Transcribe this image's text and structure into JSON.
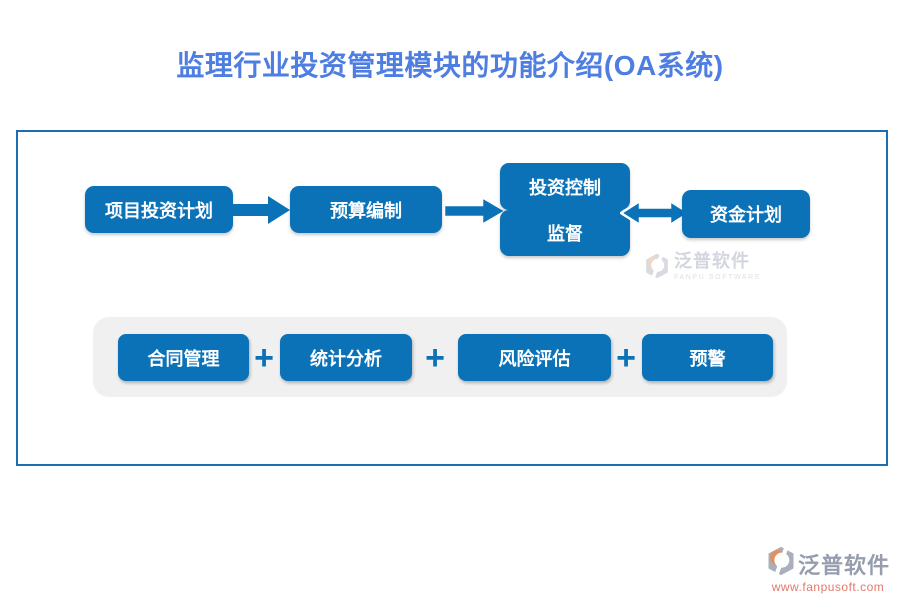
{
  "title": "监理行业投资管理模块的功能介绍(OA系统)",
  "flow": {
    "step1": "项目投资计划",
    "step2": "预算编制",
    "step3_line1": "投资控制",
    "step3_line2": "监督",
    "step4": "资金计划"
  },
  "modules": {
    "separator": "+",
    "items": [
      "合同管理",
      "统计分析",
      "风险评估",
      "预警"
    ]
  },
  "watermark": {
    "brand": "泛普软件",
    "caption": "FANPU SOFTWARE"
  },
  "footer": {
    "brand": "泛普软件",
    "url": "www.fanpusoft.com"
  },
  "colors": {
    "node_blue": "#0b72b8",
    "title_blue": "#4e7ee1",
    "panel_border": "#1d6db2",
    "tray_gray": "#f0f0f0",
    "footer_brand_gray": "#959dae",
    "footer_url_salmon": "#e2796d",
    "logo_orange": "#e0915c"
  }
}
